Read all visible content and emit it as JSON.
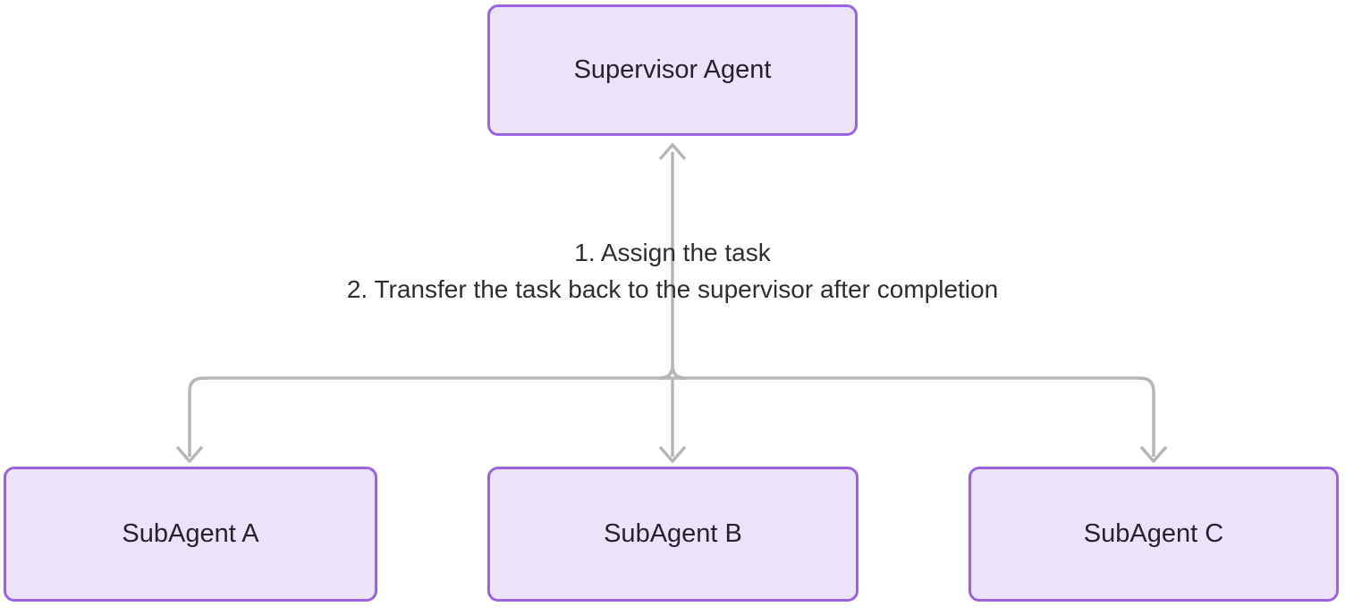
{
  "diagram": {
    "nodes": {
      "supervisor": {
        "label": "Supervisor Agent"
      },
      "subagent_a": {
        "label": "SubAgent A"
      },
      "subagent_b": {
        "label": "SubAgent B"
      },
      "subagent_c": {
        "label": "SubAgent C"
      }
    },
    "edge_label": {
      "line1": "1. Assign the task",
      "line2": "2. Transfer the task back to the supervisor after completion"
    },
    "edges": [
      {
        "from": "subagents",
        "to": "supervisor",
        "direction": "up-arrow"
      },
      {
        "from": "supervisor",
        "to": "subagent_a",
        "direction": "down-arrow"
      },
      {
        "from": "supervisor",
        "to": "subagent_b",
        "direction": "down-arrow"
      },
      {
        "from": "supervisor",
        "to": "subagent_c",
        "direction": "down-arrow"
      }
    ],
    "colors": {
      "background": "#ffffff",
      "node_fill": "#ece3fa",
      "node_border": "#9a63e2",
      "node_text": "#26242b",
      "edge_line": "#b5b6ba",
      "label_text": "#2e2d33"
    }
  }
}
